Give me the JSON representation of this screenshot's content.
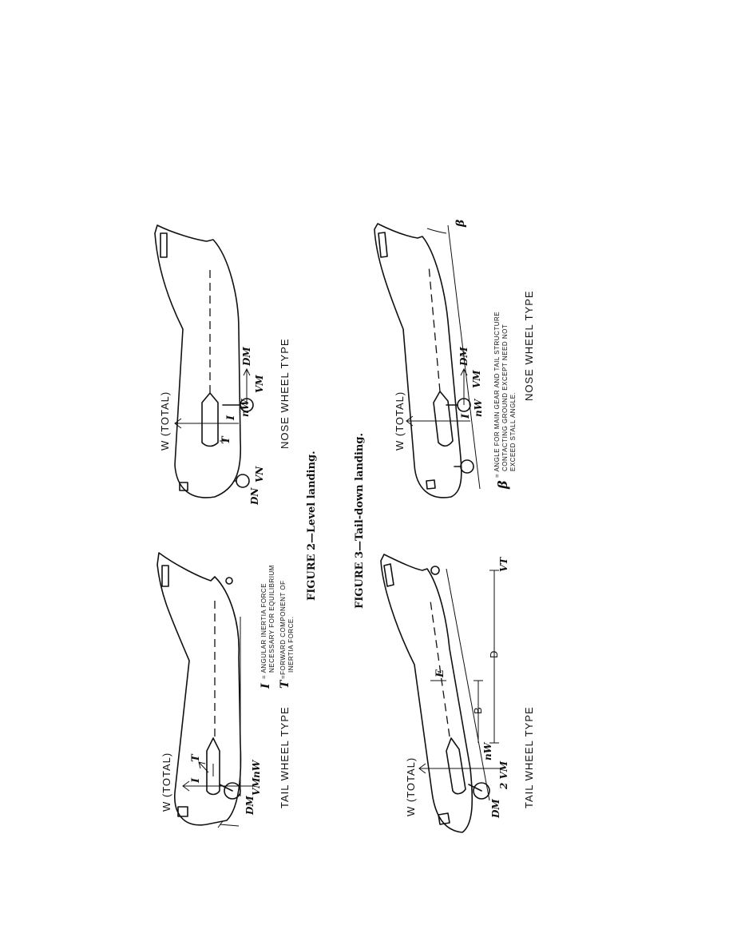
{
  "figure2": {
    "caption": "FIGURE 2—Level landing.",
    "tail_wheel": {
      "type_label": "TAIL WHEEL TYPE",
      "weight_label": "W (TOTAL)",
      "sym_I": "I",
      "sym_T": "T",
      "sym_DM": "DM",
      "sym_VM": "VM",
      "sym_nW": "nW"
    },
    "nose_wheel": {
      "type_label": "NOSE WHEEL TYPE",
      "weight_label": "W (TOTAL)",
      "sym_I": "I",
      "sym_T": "T",
      "sym_DM": "DM",
      "sym_VM": "VM",
      "sym_DN": "DN",
      "sym_VN": "VN",
      "sym_nW": "nW"
    },
    "legend": [
      {
        "sym": "I",
        "text": "= ANGULAR INERTIA FORCE",
        "text2": "NECESSARY FOR EQUILIBRIUM"
      },
      {
        "sym": "T",
        "text": "=FORWARD COMPONENT OF",
        "text2": "INERTIA FORCE."
      }
    ]
  },
  "figure3": {
    "caption": "FIGURE 3—Tail-down landing.",
    "tail_wheel": {
      "type_label": "TAIL WHEEL TYPE",
      "weight_label": "W (TOTAL)",
      "sym_E": "E",
      "sym_B": "B",
      "sym_D": "D",
      "sym_DM": "DM",
      "sym_VM": "2 VM",
      "sym_VT": "VT",
      "sym_nW": "nW"
    },
    "nose_wheel": {
      "type_label": "NOSE WHEEL TYPE",
      "weight_label": "W (TOTAL)",
      "sym_I": "I",
      "sym_DM": "DM",
      "sym_VM": "VM",
      "sym_nW": "nW",
      "sym_beta": "β",
      "beta_note": "= ANGLE FOR MAIN GEAR AND TAIL STRUCTURE",
      "beta_note2": "CONTACTING GROUND EXCEPT NEED NOT",
      "beta_note3": "EXCEED STALL ANGLE."
    }
  }
}
